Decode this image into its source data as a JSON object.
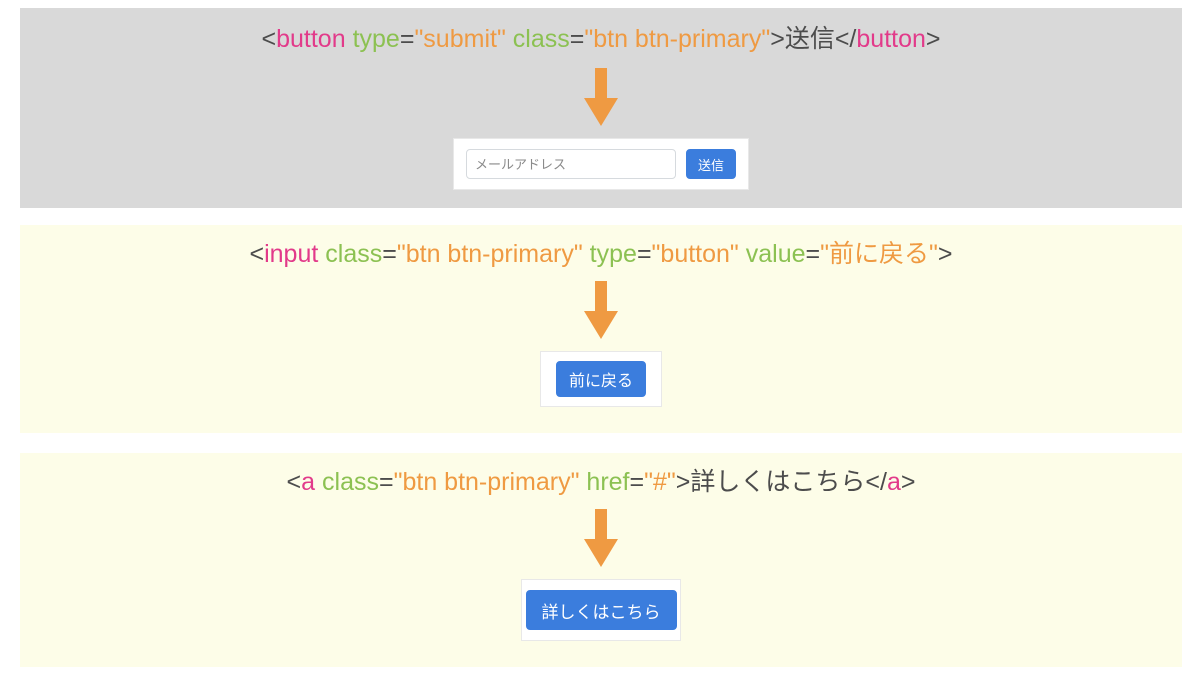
{
  "page": {
    "background": "#ffffff",
    "colors": {
      "section_gray": "#d9d9d9",
      "section_yellow": "#fdfde8",
      "panel_white": "#ffffff",
      "arrow_orange": "#ef9a42",
      "primary_blue": "#3b7ddd",
      "token_tag": "#e23a8a",
      "token_attr": "#8cc152",
      "token_value": "#ef9a42",
      "token_punct": "#4c4c4c"
    }
  },
  "sections": [
    {
      "id": "section-1",
      "background": "#d9d9d9",
      "code": {
        "full_text": "<button type=\"submit\" class=\"btn btn-primary\">送信</button>",
        "tokens": [
          {
            "text": "<",
            "type": "punct"
          },
          {
            "text": "button",
            "type": "tag"
          },
          {
            "text": " ",
            "type": "punct"
          },
          {
            "text": "type",
            "type": "attr"
          },
          {
            "text": "=",
            "type": "punct"
          },
          {
            "text": "\"submit\"",
            "type": "val"
          },
          {
            "text": " ",
            "type": "punct"
          },
          {
            "text": "class",
            "type": "attr"
          },
          {
            "text": "=",
            "type": "punct"
          },
          {
            "text": "\"btn btn-primary\"",
            "type": "val"
          },
          {
            "text": ">送信</",
            "type": "text"
          },
          {
            "text": "button",
            "type": "tag"
          },
          {
            "text": ">",
            "type": "punct"
          }
        ]
      },
      "arrow": {
        "icon": "arrow-down-icon",
        "color": "#ef9a42"
      },
      "demo": {
        "type": "email-form",
        "input_placeholder": "メールアドレス",
        "input_value": "",
        "button_label": "送信"
      }
    },
    {
      "id": "section-2",
      "background": "#fdfde8",
      "code": {
        "full_text": "<input class=\"btn btn-primary\" type=\"button\" value=\"前に戻る\">",
        "tokens": [
          {
            "text": "<",
            "type": "punct"
          },
          {
            "text": "input",
            "type": "tag"
          },
          {
            "text": " ",
            "type": "punct"
          },
          {
            "text": "class",
            "type": "attr"
          },
          {
            "text": "=",
            "type": "punct"
          },
          {
            "text": "\"btn btn-primary\"",
            "type": "val"
          },
          {
            "text": " ",
            "type": "punct"
          },
          {
            "text": "type",
            "type": "attr"
          },
          {
            "text": "=",
            "type": "punct"
          },
          {
            "text": "\"button\"",
            "type": "val"
          },
          {
            "text": " ",
            "type": "punct"
          },
          {
            "text": "value",
            "type": "attr"
          },
          {
            "text": "=",
            "type": "punct"
          },
          {
            "text": "\"前に戻る\"",
            "type": "val"
          },
          {
            "text": ">",
            "type": "punct"
          }
        ]
      },
      "arrow": {
        "icon": "arrow-down-icon",
        "color": "#ef9a42"
      },
      "demo": {
        "type": "input-button",
        "button_label": "前に戻る"
      }
    },
    {
      "id": "section-3",
      "background": "#fdfde8",
      "code": {
        "full_text": "<a class=\"btn btn-primary\" href=\"#\">詳しくはこちら</a>",
        "tokens": [
          {
            "text": "<",
            "type": "punct"
          },
          {
            "text": "a",
            "type": "tag"
          },
          {
            "text": " ",
            "type": "punct"
          },
          {
            "text": "class",
            "type": "attr"
          },
          {
            "text": "=",
            "type": "punct"
          },
          {
            "text": "\"btn btn-primary\"",
            "type": "val"
          },
          {
            "text": " ",
            "type": "punct"
          },
          {
            "text": "href",
            "type": "attr"
          },
          {
            "text": "=",
            "type": "punct"
          },
          {
            "text": "\"#\"",
            "type": "val"
          },
          {
            "text": ">詳しくはこちら</",
            "type": "text"
          },
          {
            "text": "a",
            "type": "tag"
          },
          {
            "text": ">",
            "type": "punct"
          }
        ]
      },
      "arrow": {
        "icon": "arrow-down-icon",
        "color": "#ef9a42"
      },
      "demo": {
        "type": "anchor-button",
        "button_label": "詳しくはこちら"
      }
    }
  ]
}
